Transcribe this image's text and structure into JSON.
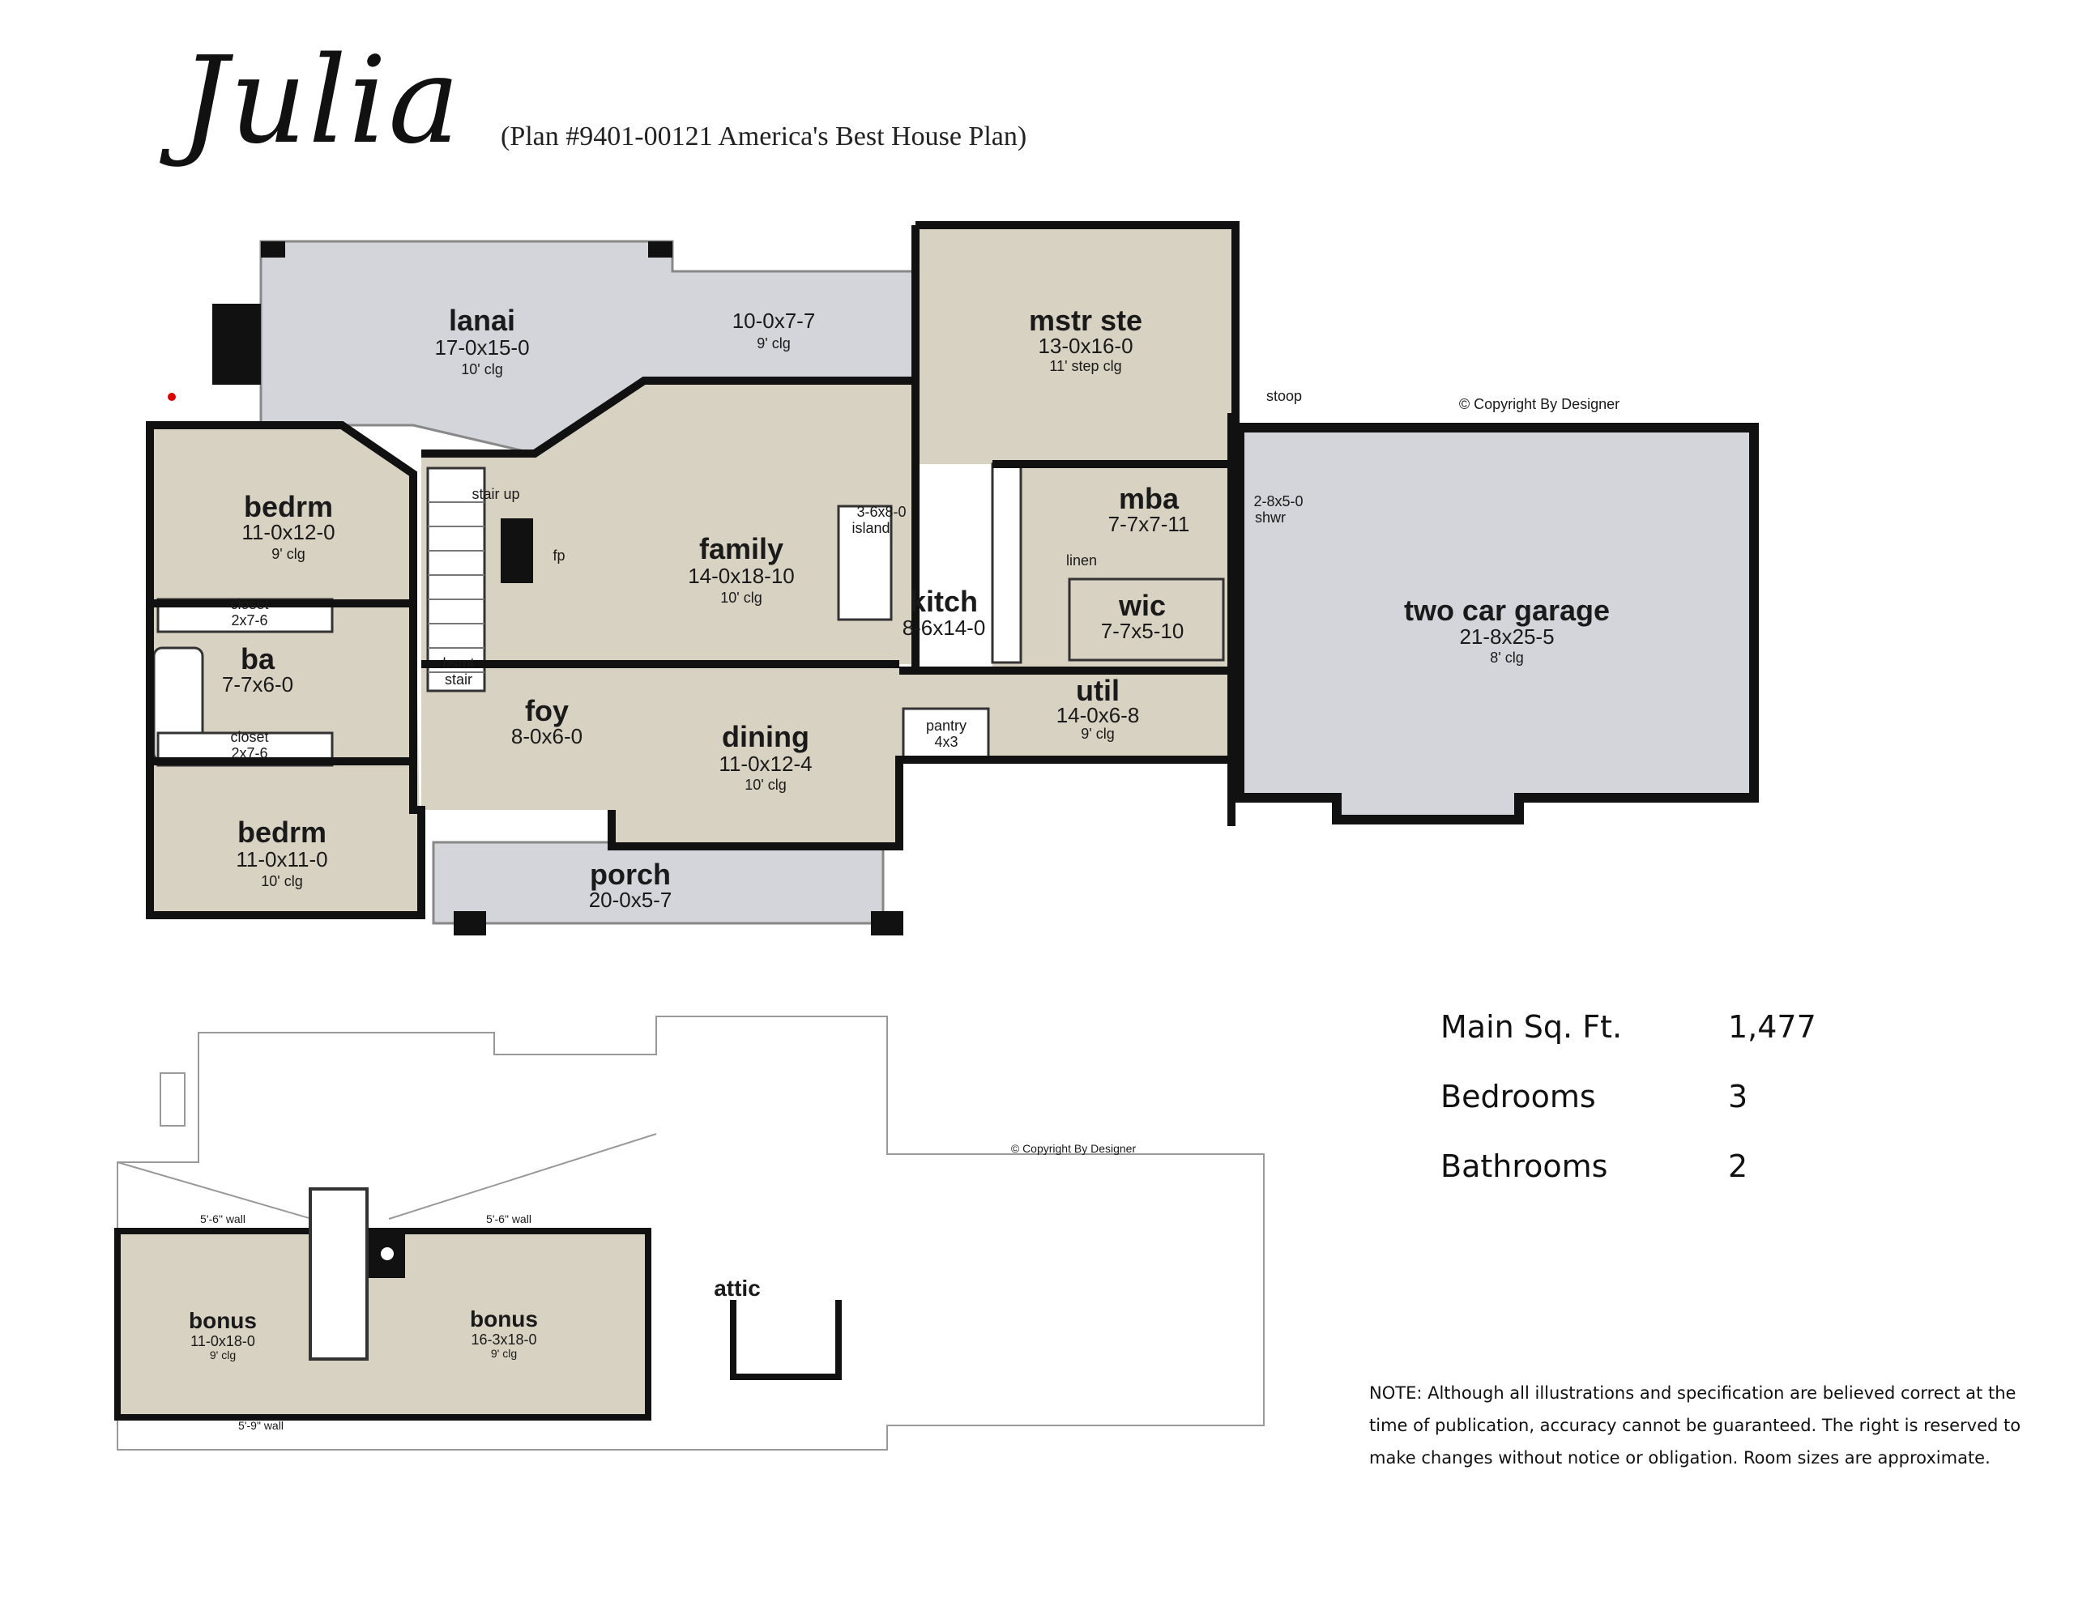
{
  "header": {
    "title": "Julia",
    "subtitle": "(Plan #9401-00121 America's Best House Plan)"
  },
  "copyright": "© Copyright By Designer",
  "main_floor": {
    "rooms": [
      {
        "id": "lanai",
        "name": "lanai",
        "size": "17-0x15-0",
        "ceiling": "10' clg"
      },
      {
        "id": "covered",
        "name": "",
        "size": "10-0x7-7",
        "ceiling": "9' clg"
      },
      {
        "id": "mstr",
        "name": "mstr ste",
        "size": "13-0x16-0",
        "ceiling": "11' step clg"
      },
      {
        "id": "bedrm1",
        "name": "bedrm",
        "size": "11-0x12-0",
        "ceiling": "9' clg"
      },
      {
        "id": "family",
        "name": "family",
        "size": "14-0x18-10",
        "ceiling": "10' clg"
      },
      {
        "id": "kitch",
        "name": "kitch",
        "size": "8-6x14-0",
        "ceiling": ""
      },
      {
        "id": "mba",
        "name": "mba",
        "size": "7-7x7-11",
        "ceiling": ""
      },
      {
        "id": "wic",
        "name": "wic",
        "size": "7-7x5-10",
        "ceiling": ""
      },
      {
        "id": "garage",
        "name": "two car garage",
        "size": "21-8x25-5",
        "ceiling": "8' clg"
      },
      {
        "id": "ba",
        "name": "ba",
        "size": "7-7x6-0",
        "ceiling": ""
      },
      {
        "id": "foy",
        "name": "foy",
        "size": "8-0x6-0",
        "ceiling": ""
      },
      {
        "id": "dining",
        "name": "dining",
        "size": "11-0x12-4",
        "ceiling": "10' clg"
      },
      {
        "id": "util",
        "name": "util",
        "size": "14-0x6-8",
        "ceiling": "9' clg"
      },
      {
        "id": "bedrm2",
        "name": "bedrm",
        "size": "11-0x11-0",
        "ceiling": "10' clg"
      },
      {
        "id": "porch",
        "name": "porch",
        "size": "20-0x5-7",
        "ceiling": ""
      }
    ],
    "small_labels": {
      "stoop": "stoop",
      "stair_up": "stair up",
      "fp": "fp",
      "island_size": "3-6x8-0",
      "island": "island",
      "linen": "linen",
      "shwr_size": "2-8x5-0",
      "shwr": "shwr",
      "closet": "closet",
      "closet1_size": "2x7-6",
      "closet2_size": "2x7-6",
      "bsmt": "bsmt",
      "stair": "stair",
      "pantry": "pantry",
      "pantry_size": "4x3"
    }
  },
  "upper_floor": {
    "wall_left": "5'-6\" wall",
    "wall_right": "5'-6\" wall",
    "wall_bottom": "5'-9\" wall",
    "bonus1": {
      "name": "bonus",
      "size": "11-0x18-0",
      "ceiling": "9' clg"
    },
    "bonus2": {
      "name": "bonus",
      "size": "16-3x18-0",
      "ceiling": "9' clg"
    },
    "attic": "attic"
  },
  "stats": [
    {
      "label": "Main Sq. Ft.",
      "value": "1,477"
    },
    {
      "label": "Bedrooms",
      "value": "3"
    },
    {
      "label": "Bathrooms",
      "value": "2"
    }
  ],
  "note": "NOTE: Although all illustrations and specification are believed correct at the time of publication, accuracy cannot be guaranteed. The right is reserved to make changes without notice or obligation. Room sizes are approximate.",
  "colors": {
    "room_fill": "#d8d2c3",
    "outdoor_fill": "#d3d5da",
    "wall": "#111111"
  }
}
